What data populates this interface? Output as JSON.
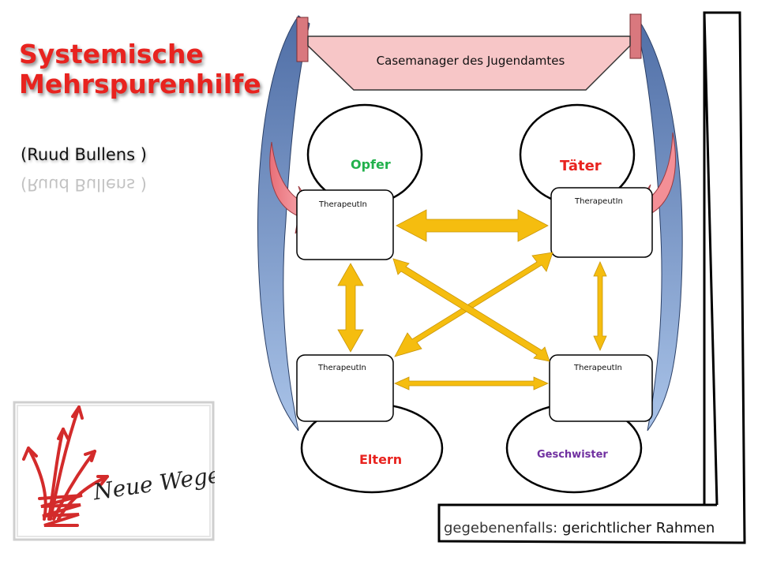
{
  "slide": {
    "title_line1": "Systemische",
    "title_line2": "Mehrspurenhilfe",
    "subtitle": "(Ruud Bullens )"
  },
  "diagram": {
    "casemanager_label": "Casemanager des Jugendamtes",
    "clients": [
      {
        "id": "opfer",
        "label": "Opfer",
        "color": "#22b14c"
      },
      {
        "id": "taeter",
        "label": "Täter",
        "color": "#e8231f"
      },
      {
        "id": "eltern",
        "label": "Eltern",
        "color": "#e8231f"
      },
      {
        "id": "geschwister",
        "label": "Geschwister",
        "color": "#7030a0"
      }
    ],
    "therapist_label": "TherapeutIn",
    "frame_caption_part1": "gegebenenfalls:",
    "frame_caption_part2": "gerichtlicher Rahmen"
  },
  "logo": {
    "text": "Neue Wege"
  },
  "colors": {
    "title_red": "#e8231f",
    "banner_pink": "#f7c6c7",
    "arrow_gold": "#f5bd0f",
    "side_blue": "#6f8fc0",
    "side_red": "#f08a90"
  }
}
